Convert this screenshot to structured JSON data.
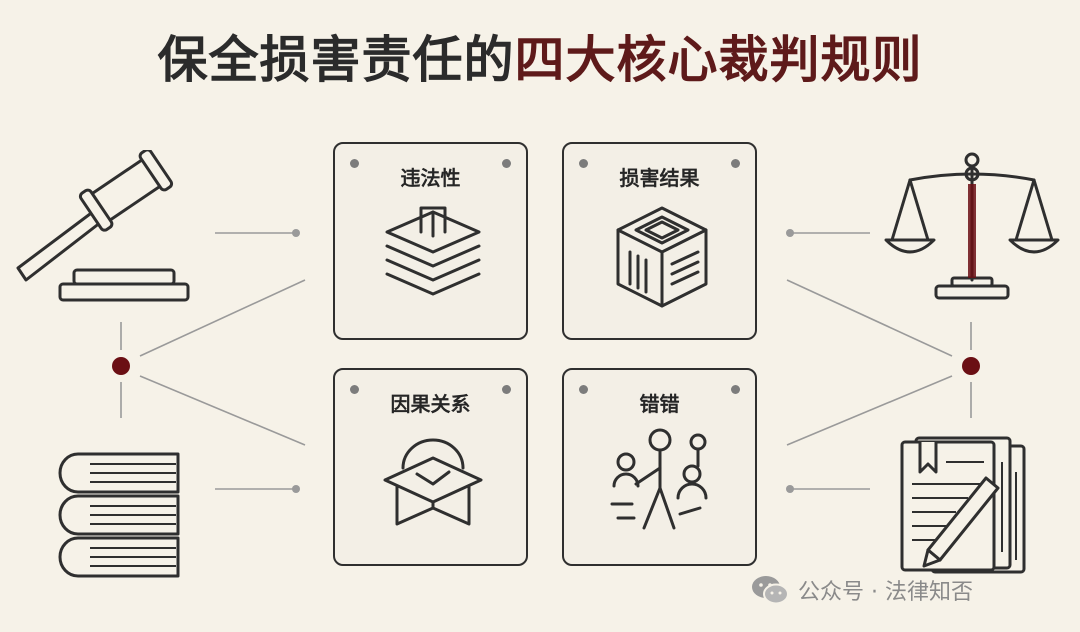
{
  "title": {
    "part1": "保全损害责任的",
    "part2": "四大核心裁判规则"
  },
  "cards": [
    {
      "label": "违法性",
      "icon": "layered-stack-icon"
    },
    {
      "label": "损害结果",
      "icon": "cube-icon"
    },
    {
      "label": "因果关系",
      "icon": "graduation-cap-icon"
    },
    {
      "label": "错错",
      "icon": "people-network-icon"
    }
  ],
  "side_icons": {
    "top_left": "gavel-icon",
    "bottom_left": "books-icon",
    "top_right": "scales-icon",
    "bottom_right": "document-pen-icon"
  },
  "watermark": {
    "text": "公众号 · 法律知否"
  },
  "colors": {
    "background": "#f6f2e8",
    "accent": "#6b0f14",
    "ink": "#2f2f2f"
  }
}
